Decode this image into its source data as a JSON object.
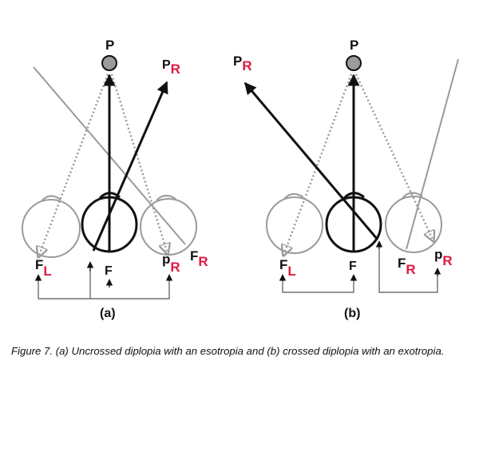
{
  "colors": {
    "highlight": "#e0193f",
    "line": "#111111",
    "ghost": "#9a9a9a",
    "target_fill": "#9b9b9b"
  },
  "panel_a": {
    "label": "(a)",
    "P": "P",
    "pR": {
      "main": "P",
      "sub": "R"
    },
    "FL": {
      "main": "F",
      "sub": "L"
    },
    "F": "F",
    "pR_lower": {
      "main": "p",
      "sub": "R"
    },
    "FR": {
      "main": "F",
      "sub": "R"
    }
  },
  "panel_b": {
    "label": "(b)",
    "P": "P",
    "PR": {
      "main": "P",
      "sub": "R"
    },
    "FL": {
      "main": "F",
      "sub": "L"
    },
    "F": "F",
    "FR": {
      "main": "F",
      "sub": "R"
    },
    "pR": {
      "main": "p",
      "sub": "R"
    }
  },
  "caption": "Figure 7. (a) Uncrossed diplopia with an esotropia and (b) crossed diplopia with an exotropia."
}
